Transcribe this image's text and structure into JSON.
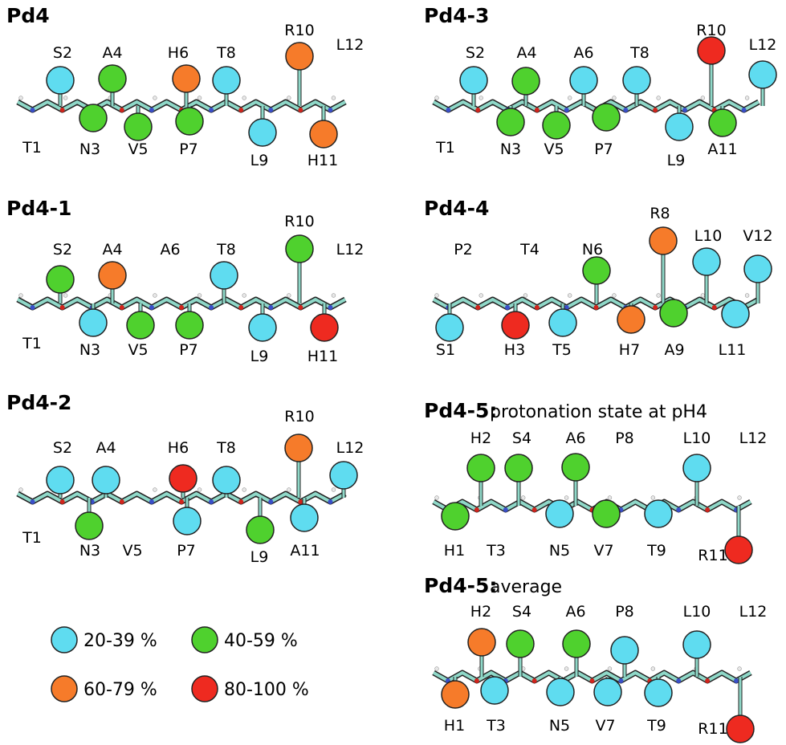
{
  "colors": {
    "band_20_39": "#5fdcf0",
    "band_40_59": "#4fd12e",
    "band_60_79": "#f67b2a",
    "band_80_100": "#ee2a20",
    "backbone": "#8fd8c8",
    "nitrogen": "#3a4fc9",
    "oxygen": "#d2241c",
    "hydrogen": "#e8e8e8",
    "outline": "#222222"
  },
  "legend": [
    {
      "label": "20-39 %",
      "band": "band_20_39"
    },
    {
      "label": "40-59 %",
      "band": "band_40_59"
    },
    {
      "label": "60-79 %",
      "band": "band_60_79"
    },
    {
      "label": "80-100 %",
      "band": "band_80_100"
    }
  ],
  "panels": [
    {
      "title": "Pd4",
      "subtitle": "",
      "residues": [
        {
          "label": "T1",
          "band": null
        },
        {
          "label": "S2",
          "band": "band_20_39"
        },
        {
          "label": "N3",
          "band": "band_40_59"
        },
        {
          "label": "A4",
          "band": "band_40_59"
        },
        {
          "label": "V5",
          "band": "band_40_59"
        },
        {
          "label": "H6",
          "band": "band_60_79"
        },
        {
          "label": "P7",
          "band": "band_40_59"
        },
        {
          "label": "T8",
          "band": "band_20_39"
        },
        {
          "label": "L9",
          "band": "band_20_39"
        },
        {
          "label": "R10",
          "band": "band_60_79"
        },
        {
          "label": "H11",
          "band": "band_60_79"
        },
        {
          "label": "L12",
          "band": null
        }
      ]
    },
    {
      "title": "Pd4-3",
      "subtitle": "",
      "residues": [
        {
          "label": "T1",
          "band": null
        },
        {
          "label": "S2",
          "band": "band_20_39"
        },
        {
          "label": "N3",
          "band": "band_40_59"
        },
        {
          "label": "A4",
          "band": "band_40_59"
        },
        {
          "label": "V5",
          "band": "band_40_59"
        },
        {
          "label": "A6",
          "band": "band_20_39"
        },
        {
          "label": "P7",
          "band": "band_40_59"
        },
        {
          "label": "T8",
          "band": "band_20_39"
        },
        {
          "label": "L9",
          "band": "band_20_39"
        },
        {
          "label": "R10",
          "band": "band_80_100"
        },
        {
          "label": "A11",
          "band": "band_40_59"
        },
        {
          "label": "L12",
          "band": "band_20_39"
        }
      ]
    },
    {
      "title": "Pd4-1",
      "subtitle": "",
      "residues": [
        {
          "label": "T1",
          "band": null
        },
        {
          "label": "S2",
          "band": "band_40_59"
        },
        {
          "label": "N3",
          "band": "band_20_39"
        },
        {
          "label": "A4",
          "band": "band_60_79"
        },
        {
          "label": "V5",
          "band": "band_40_59"
        },
        {
          "label": "A6",
          "band": null
        },
        {
          "label": "P7",
          "band": "band_40_59"
        },
        {
          "label": "T8",
          "band": "band_20_39"
        },
        {
          "label": "L9",
          "band": "band_20_39"
        },
        {
          "label": "R10",
          "band": "band_40_59"
        },
        {
          "label": "H11",
          "band": "band_80_100"
        },
        {
          "label": "L12",
          "band": null
        }
      ]
    },
    {
      "title": "Pd4-4",
      "subtitle": "",
      "residues": [
        {
          "label": "S1",
          "band": "band_20_39"
        },
        {
          "label": "P2",
          "band": null
        },
        {
          "label": "H3",
          "band": "band_80_100"
        },
        {
          "label": "T4",
          "band": null
        },
        {
          "label": "T5",
          "band": "band_20_39"
        },
        {
          "label": "N6",
          "band": "band_40_59"
        },
        {
          "label": "H7",
          "band": "band_60_79"
        },
        {
          "label": "R8",
          "band": "band_60_79"
        },
        {
          "label": "A9",
          "band": "band_40_59"
        },
        {
          "label": "L10",
          "band": "band_20_39"
        },
        {
          "label": "L11",
          "band": "band_20_39"
        },
        {
          "label": "V12",
          "band": "band_20_39"
        }
      ]
    },
    {
      "title": "Pd4-2",
      "subtitle": "",
      "residues": [
        {
          "label": "T1",
          "band": null
        },
        {
          "label": "S2",
          "band": "band_20_39"
        },
        {
          "label": "N3",
          "band": "band_40_59"
        },
        {
          "label": "A4",
          "band": "band_20_39"
        },
        {
          "label": "V5",
          "band": null
        },
        {
          "label": "H6",
          "band": "band_80_100"
        },
        {
          "label": "P7",
          "band": "band_20_39"
        },
        {
          "label": "T8",
          "band": "band_20_39"
        },
        {
          "label": "L9",
          "band": "band_40_59"
        },
        {
          "label": "R10",
          "band": "band_60_79"
        },
        {
          "label": "A11",
          "band": "band_20_39"
        },
        {
          "label": "L12",
          "band": "band_20_39"
        }
      ]
    },
    {
      "title": "Pd4-5:",
      "subtitle": "protonation state at pH4",
      "residues": [
        {
          "label": "H1",
          "band": "band_40_59"
        },
        {
          "label": "H2",
          "band": "band_40_59"
        },
        {
          "label": "T3",
          "band": null
        },
        {
          "label": "S4",
          "band": "band_40_59"
        },
        {
          "label": "N5",
          "band": "band_20_39"
        },
        {
          "label": "A6",
          "band": "band_40_59"
        },
        {
          "label": "V7",
          "band": "band_40_59"
        },
        {
          "label": "P8",
          "band": null
        },
        {
          "label": "T9",
          "band": "band_20_39"
        },
        {
          "label": "L10",
          "band": "band_20_39"
        },
        {
          "label": "R11",
          "band": "band_80_100"
        },
        {
          "label": "L12",
          "band": null
        }
      ]
    },
    {
      "title": "Pd4-5:",
      "subtitle": "average",
      "residues": [
        {
          "label": "H1",
          "band": "band_60_79"
        },
        {
          "label": "H2",
          "band": "band_60_79"
        },
        {
          "label": "T3",
          "band": "band_20_39"
        },
        {
          "label": "S4",
          "band": "band_40_59"
        },
        {
          "label": "N5",
          "band": "band_20_39"
        },
        {
          "label": "A6",
          "band": "band_40_59"
        },
        {
          "label": "V7",
          "band": "band_20_39"
        },
        {
          "label": "P8",
          "band": "band_20_39"
        },
        {
          "label": "T9",
          "band": "band_20_39"
        },
        {
          "label": "L10",
          "band": "band_20_39"
        },
        {
          "label": "R11",
          "band": "band_80_100"
        },
        {
          "label": "L12",
          "band": null
        }
      ]
    }
  ]
}
